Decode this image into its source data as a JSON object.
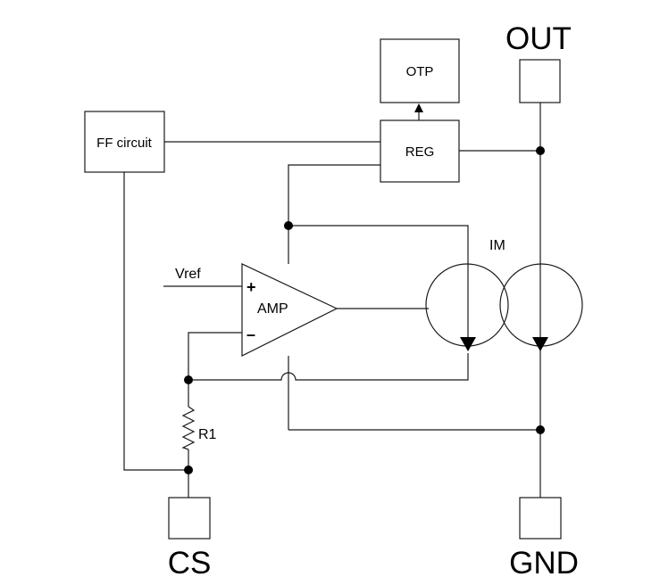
{
  "blocks": {
    "otp": "OTP",
    "reg": "REG",
    "ff_circuit": "FF circuit",
    "amp": "AMP"
  },
  "signals": {
    "vref": "Vref",
    "plus": "+",
    "minus": "–",
    "im": "IM",
    "r1": "R1"
  },
  "pins": {
    "out": "OUT",
    "cs": "CS",
    "gnd": "GND"
  }
}
